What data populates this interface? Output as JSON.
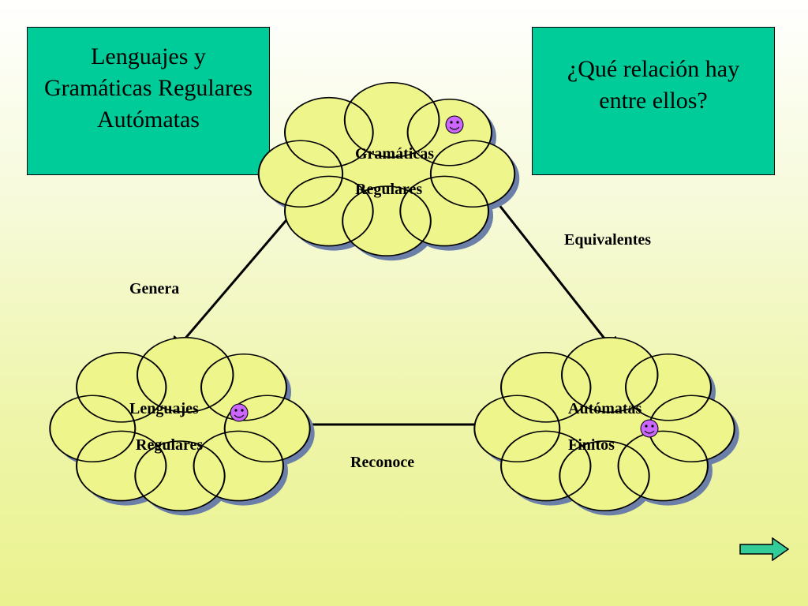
{
  "title_box": {
    "lines": [
      "Lenguajes y",
      "Gramáticas Regulares",
      "Autómatas"
    ]
  },
  "question_box": {
    "lines": [
      "¿Qué relación hay",
      "entre ellos?"
    ]
  },
  "nodes": {
    "grammars": {
      "line1": "Gramáticas",
      "line2": "Regulares"
    },
    "languages": {
      "line1": "Lenguajes",
      "line2": "Regulares"
    },
    "automata": {
      "line1": "Autómatas",
      "line2": "Finitos"
    }
  },
  "edges": {
    "generates": "Genera",
    "equivalent": "Equivalentes",
    "recognizes": "Reconoce"
  },
  "colors": {
    "box_fill": "#00cc99",
    "cloud_fill": "#eef58a",
    "cloud_shadow": "#6b7fa8",
    "smiley": "#cc66ff",
    "nav_arrow": "#33cc99"
  },
  "icons": {
    "node_badge": "smiley-icon",
    "nav": "next-arrow-icon"
  }
}
